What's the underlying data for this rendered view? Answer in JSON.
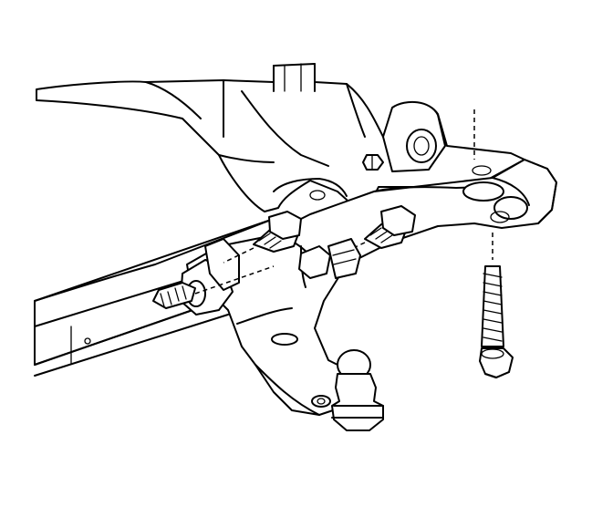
{
  "diagram": {
    "parts": [
      "subframe",
      "frame-rail",
      "stabilizer-bushing",
      "lower-control-arm",
      "front-mounting-bolt",
      "front-bushing-bolt",
      "rear-bushing-bolt",
      "rear-vertical-bolt",
      "ball-joint"
    ]
  }
}
